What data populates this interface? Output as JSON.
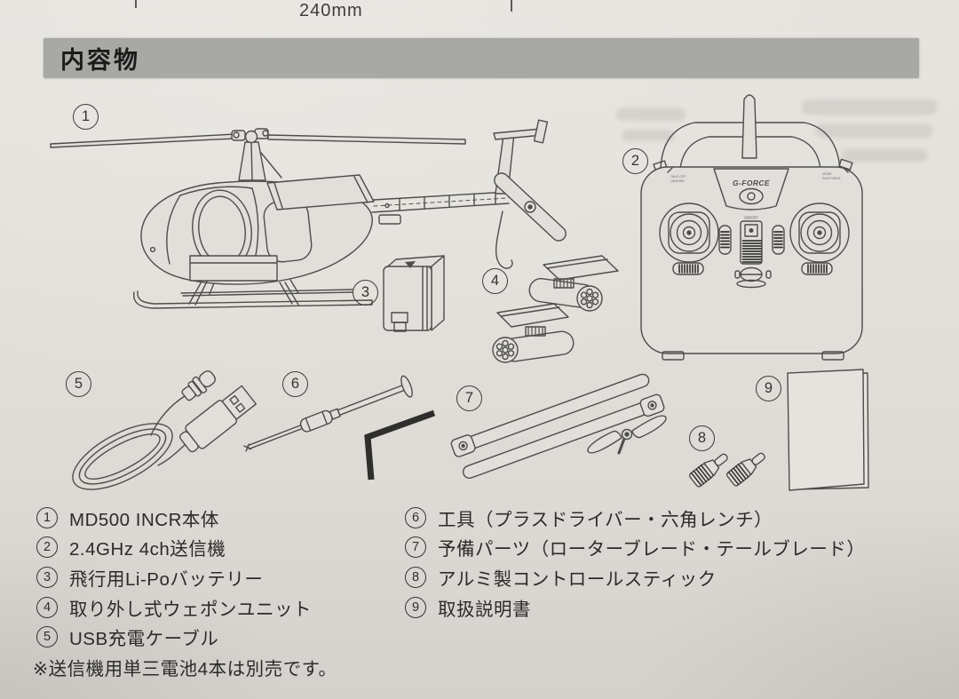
{
  "page": {
    "dimension_label": "240mm",
    "section_title": "内容物",
    "footnote": "※送信機用単三電池4本は別売です。"
  },
  "items": [
    {
      "num": "1",
      "label": "MD500 INCR本体"
    },
    {
      "num": "2",
      "label": "2.4GHz 4ch送信機"
    },
    {
      "num": "3",
      "label": "飛行用Li-Poバッテリー"
    },
    {
      "num": "4",
      "label": "取り外し式ウェポンユニット"
    },
    {
      "num": "5",
      "label": "USB充電ケーブル"
    },
    {
      "num": "6",
      "label": "工具（プラスドライバー・六角レンチ）"
    },
    {
      "num": "7",
      "label": "予備パーツ（ローターブレード・テールブレード）"
    },
    {
      "num": "8",
      "label": "アルミ製コントロールスティック"
    },
    {
      "num": "9",
      "label": "取扱説明書"
    }
  ],
  "transmitter": {
    "brand": "G-FORCE",
    "switch_label": "ON/OFF",
    "left_corner_label_1": "TAKE OFF",
    "left_corner_label_2": "LANDING",
    "right_corner_label_1": "MODE",
    "right_corner_label_2": "SWITCHING"
  },
  "colors": {
    "paper": "#e2dfda",
    "header_band": "#a8a8a4",
    "line_ink": "#4d4d4b",
    "text_ink": "#2b2b29"
  }
}
